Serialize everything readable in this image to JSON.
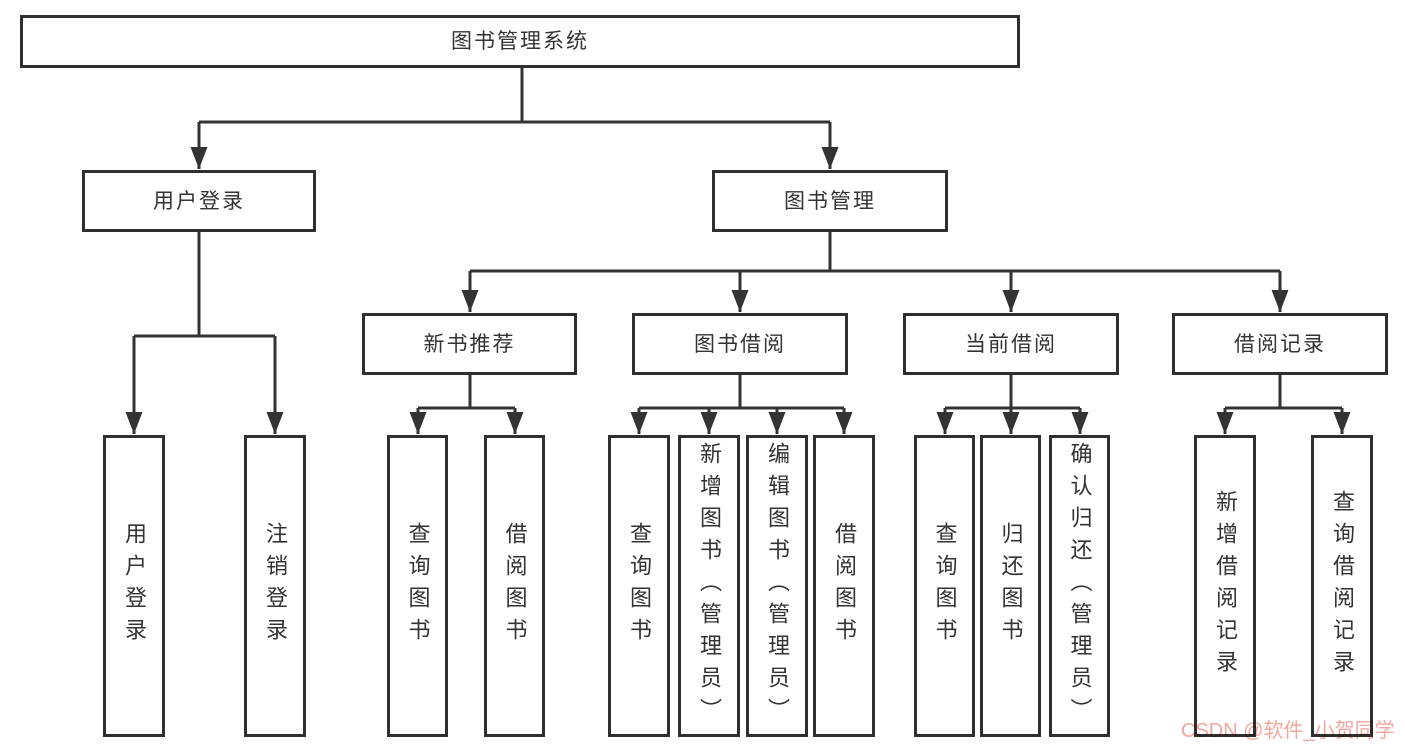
{
  "colors": {
    "line": "#333333",
    "node_border": "#2f2f2f",
    "node_background": "#ffffff",
    "text": "#333333",
    "watermark": "#f2a6a0"
  },
  "watermark": {
    "text": "CSDN @软件_小贺同学"
  },
  "tree": {
    "root": {
      "label": "图书管理系统"
    },
    "branches": [
      {
        "label": "用户登录",
        "children": [
          {
            "label": "用户登录"
          },
          {
            "label": "注销登录"
          }
        ]
      },
      {
        "label": "图书管理",
        "children": [
          {
            "label": "新书推荐",
            "children": [
              {
                "label": "查询图书"
              },
              {
                "label": "借阅图书"
              }
            ]
          },
          {
            "label": "图书借阅",
            "children": [
              {
                "label": "查询图书"
              },
              {
                "label": "新增图书（管理员）"
              },
              {
                "label": "编辑图书（管理员）"
              },
              {
                "label": "借阅图书"
              }
            ]
          },
          {
            "label": "当前借阅",
            "children": [
              {
                "label": "查询图书"
              },
              {
                "label": "归还图书"
              },
              {
                "label": "确认归还（管理员）"
              }
            ]
          },
          {
            "label": "借阅记录",
            "children": [
              {
                "label": "新增借阅记录"
              },
              {
                "label": "查询借阅记录"
              }
            ]
          }
        ]
      }
    ]
  }
}
